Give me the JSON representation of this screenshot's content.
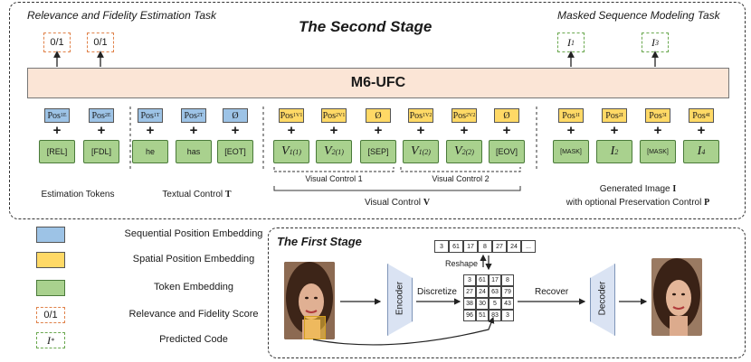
{
  "second_stage": {
    "title": "The Second Stage",
    "left_task": "Relevance and Fidelity Estimation Task",
    "right_task": "Masked Sequence Modeling Task",
    "model": "M6-UFC",
    "scores": [
      "0/1",
      "0/1"
    ],
    "predicted_codes": [
      "I1",
      "I3"
    ],
    "estimation": {
      "positions": [
        "PosE1",
        "PosE2"
      ],
      "tokens": [
        "[REL]",
        "[FDL]"
      ],
      "label": "Estimation Tokens"
    },
    "textual": {
      "positions": [
        "PosT1",
        "PosT2",
        "Ø"
      ],
      "tokens": [
        "he",
        "has",
        "[EOT]"
      ],
      "label": "Textual Control T"
    },
    "visual": {
      "positions": [
        "PosV1 1",
        "PosV1 2",
        "Ø",
        "PosV2 1",
        "PosV2 2",
        "Ø"
      ],
      "tokens": [
        "V1(1)",
        "V2(1)",
        "[SEP]",
        "V1(2)",
        "V2(2)",
        "[EOV]"
      ],
      "label_1": "Visual Control 1",
      "label_2": "Visual Control 2",
      "label": "Visual Control V"
    },
    "generated": {
      "positions": [
        "PosI1",
        "PosI2",
        "PosI3",
        "PosI4"
      ],
      "tokens": [
        "[MASK]",
        "I2",
        "[MASK]",
        "I4"
      ],
      "label_line1": "Generated Image I",
      "label_line2": "with optional Preservation Control P"
    }
  },
  "legend": {
    "items": [
      {
        "label": "Sequential Position Embedding",
        "color": "#9dc3e6"
      },
      {
        "label": "Spatial Position Embedding",
        "color": "#ffd966"
      },
      {
        "label": "Token Embedding",
        "color": "#a9d18e"
      },
      {
        "label": "Relevance and Fidelity Score",
        "swatch_text": "0/1",
        "color": "#e0824a"
      },
      {
        "label": "Predicted Code",
        "swatch_text": "I*",
        "color": "#6aa84f"
      }
    ]
  },
  "first_stage": {
    "title": "The First Stage",
    "encoder": "Encoder",
    "decoder": "Decoder",
    "discretize": "Discretize",
    "reshape": "Reshape",
    "recover": "Recover",
    "sequence": [
      "3",
      "61",
      "17",
      "8",
      "27",
      "24",
      "..."
    ],
    "grid": [
      [
        "3",
        "61",
        "17",
        "8"
      ],
      [
        "27",
        "24",
        "63",
        "79"
      ],
      [
        "38",
        "30",
        "5",
        "43"
      ],
      [
        "96",
        "51",
        "83",
        "3"
      ]
    ]
  }
}
